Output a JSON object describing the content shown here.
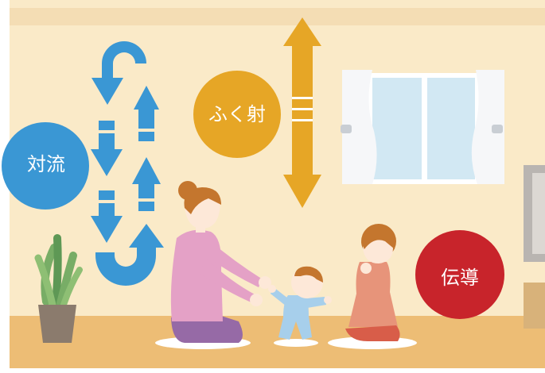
{
  "labels": {
    "convection": "対流",
    "radiation": "ふく射",
    "conduction": "伝導"
  },
  "colors": {
    "wall": "#faeac8",
    "ceiling": "#f4ddb4",
    "floor": "#edbd75",
    "convection": "#3a97d4",
    "radiation": "#e6a626",
    "conduction": "#c8242b",
    "window_glass": "#d2e8f3",
    "curtain": "#f6f7f9",
    "mother_top": "#e4a1c6",
    "mother_pants": "#966aa6",
    "hair": "#c4762e",
    "skin": "#fde8d8",
    "baby_suit": "#a7cfeb",
    "girl_dress": "#e7947a",
    "plant": "#78ad66",
    "pot": "#8b7b6d"
  },
  "icons": [
    "convection-arrows",
    "radiation-arrow",
    "window",
    "plant",
    "mother",
    "baby",
    "girl"
  ]
}
